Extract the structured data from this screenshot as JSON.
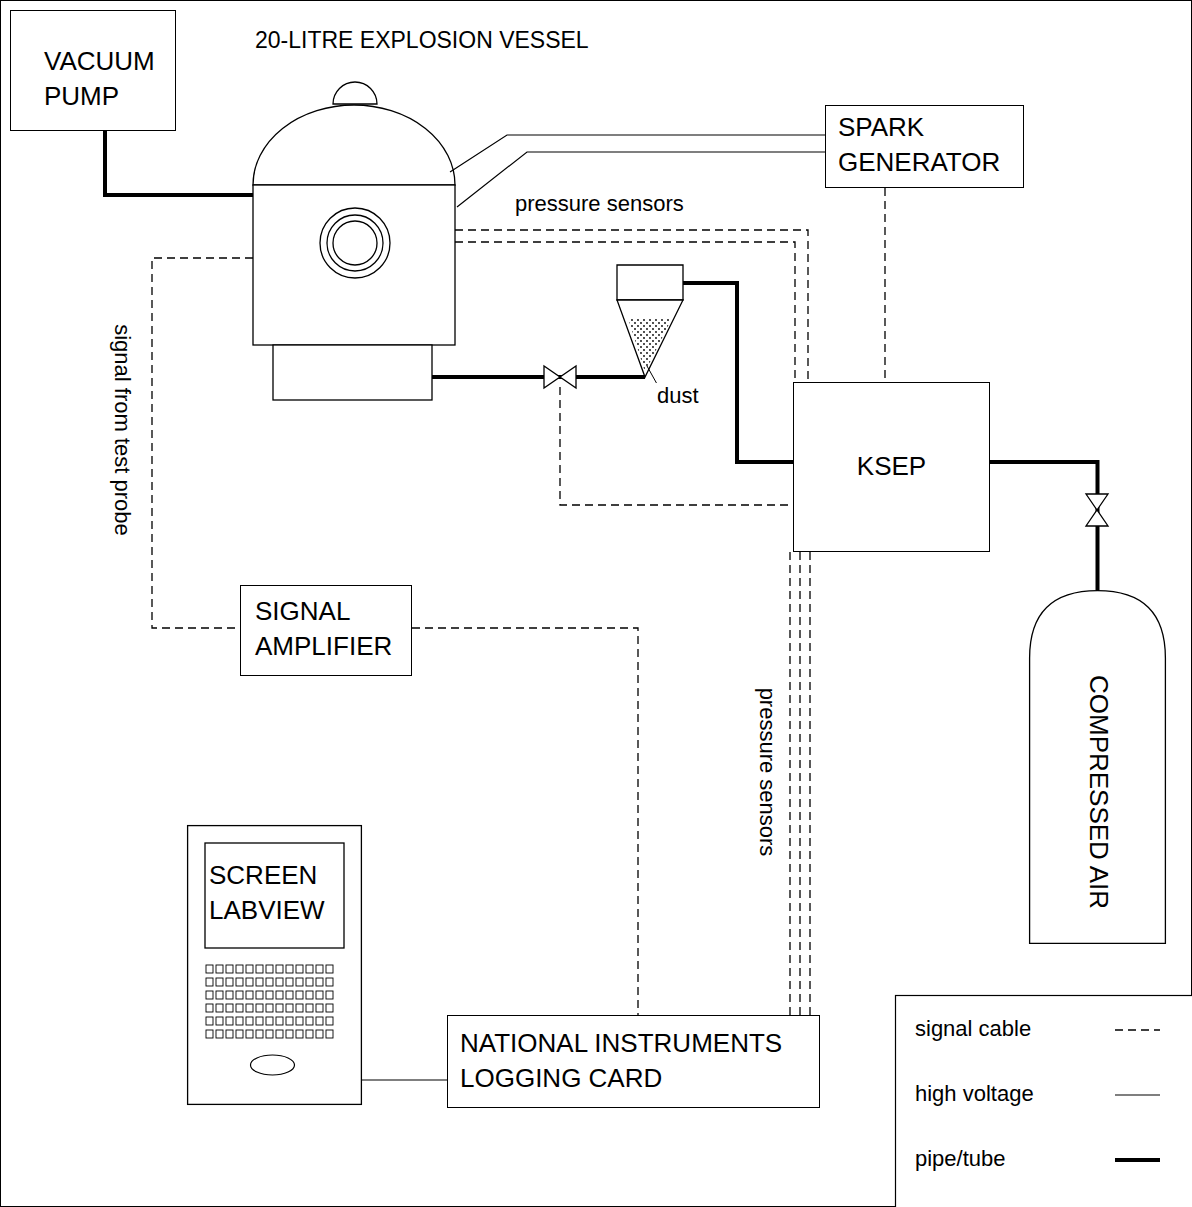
{
  "diagram": {
    "title": "20-LITRE EXPLOSION VESSEL",
    "nodes": [
      {
        "text": [
          "VACUUM PUMP"
        ]
      },
      {
        "text": [
          "SPARK GENERATOR"
        ]
      },
      {
        "text": [
          "KSEP"
        ]
      },
      {
        "text": [
          "COMPRESSED AIR"
        ]
      },
      {
        "text": [
          "SIGNAL AMPLIFIER"
        ]
      },
      {
        "text": [
          "SCREEN LABVIEW"
        ]
      },
      {
        "text": [
          "NATIONAL INSTRUMENTS LOGGING CARD"
        ]
      }
    ],
    "edges": [
      {
        "from": 1,
        "to": 2,
        "arrow": "none"
      },
      {
        "from": 2,
        "to": 3,
        "arrow": "none"
      },
      {
        "from": 4,
        "to": 6,
        "arrow": "none"
      },
      {
        "from": 2,
        "to": 6,
        "arrow": "none"
      },
      {
        "from": 6,
        "to": 5,
        "arrow": "none"
      }
    ],
    "labels": [
      "pressure sensors",
      "signal from test probe",
      "dust",
      "pressure sensors"
    ],
    "legend": [
      {
        "text": "signal cable"
      },
      {
        "text": "high voltage"
      },
      {
        "text": "pipe/tube"
      }
    ]
  }
}
